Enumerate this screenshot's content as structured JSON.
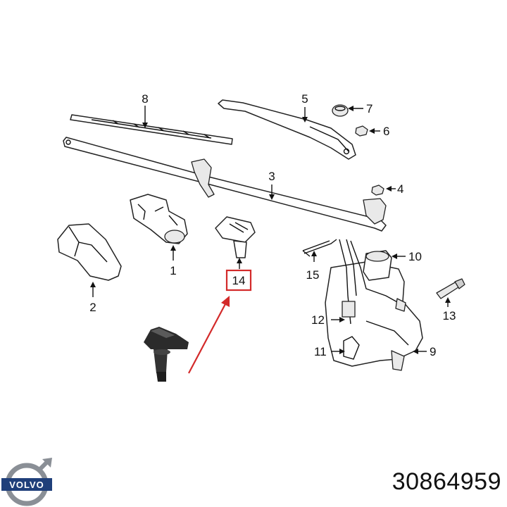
{
  "callouts": {
    "c1": "1",
    "c2": "2",
    "c3": "3",
    "c4": "4",
    "c5": "5",
    "c6": "6",
    "c7": "7",
    "c8": "8",
    "c9": "9",
    "c10": "10",
    "c11": "11",
    "c12": "12",
    "c13": "13",
    "c14": "14",
    "c15": "15"
  },
  "highlight": {
    "callout": "14",
    "color": "#d32a2a"
  },
  "logo": {
    "text": "VOLVO"
  },
  "part_number": "30864959",
  "colors": {
    "ink": "#111111",
    "highlight": "#d32a2a",
    "logo_blue": "#1f3f7a"
  }
}
